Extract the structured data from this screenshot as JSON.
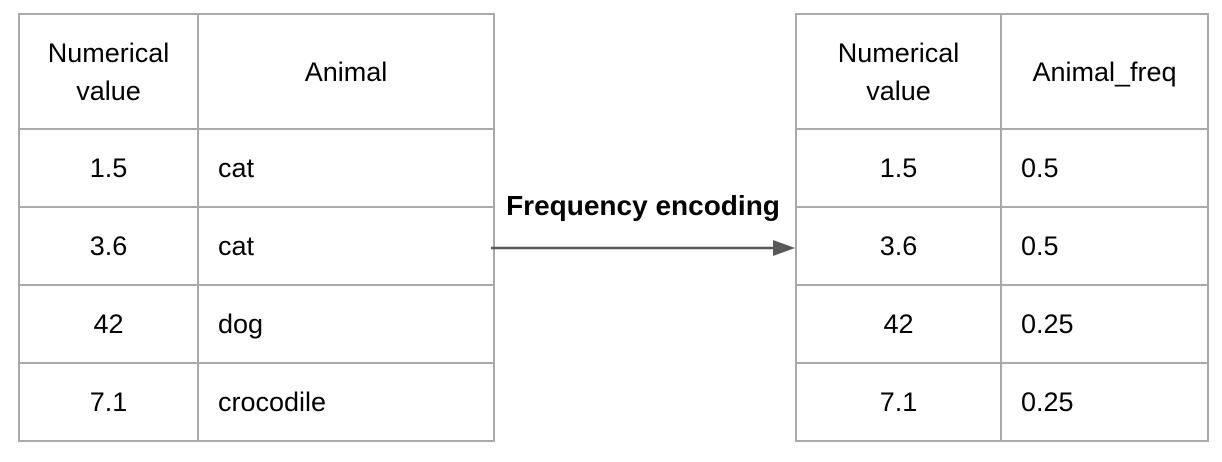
{
  "left_table": {
    "headers": [
      "Numerical value",
      "Animal"
    ],
    "rows": [
      [
        "1.5",
        "cat"
      ],
      [
        "3.6",
        "cat"
      ],
      [
        "42",
        "dog"
      ],
      [
        "7.1",
        "crocodile"
      ]
    ]
  },
  "right_table": {
    "headers": [
      "Numerical value",
      "Animal_freq"
    ],
    "rows": [
      [
        "1.5",
        "0.5"
      ],
      [
        "3.6",
        "0.5"
      ],
      [
        "42",
        "0.25"
      ],
      [
        "7.1",
        "0.25"
      ]
    ]
  },
  "arrow": {
    "label": "Frequency encoding"
  },
  "colors": {
    "table_border": "#a9a9a9",
    "arrow": "#595959",
    "text": "#000000",
    "background": "#ffffff"
  }
}
